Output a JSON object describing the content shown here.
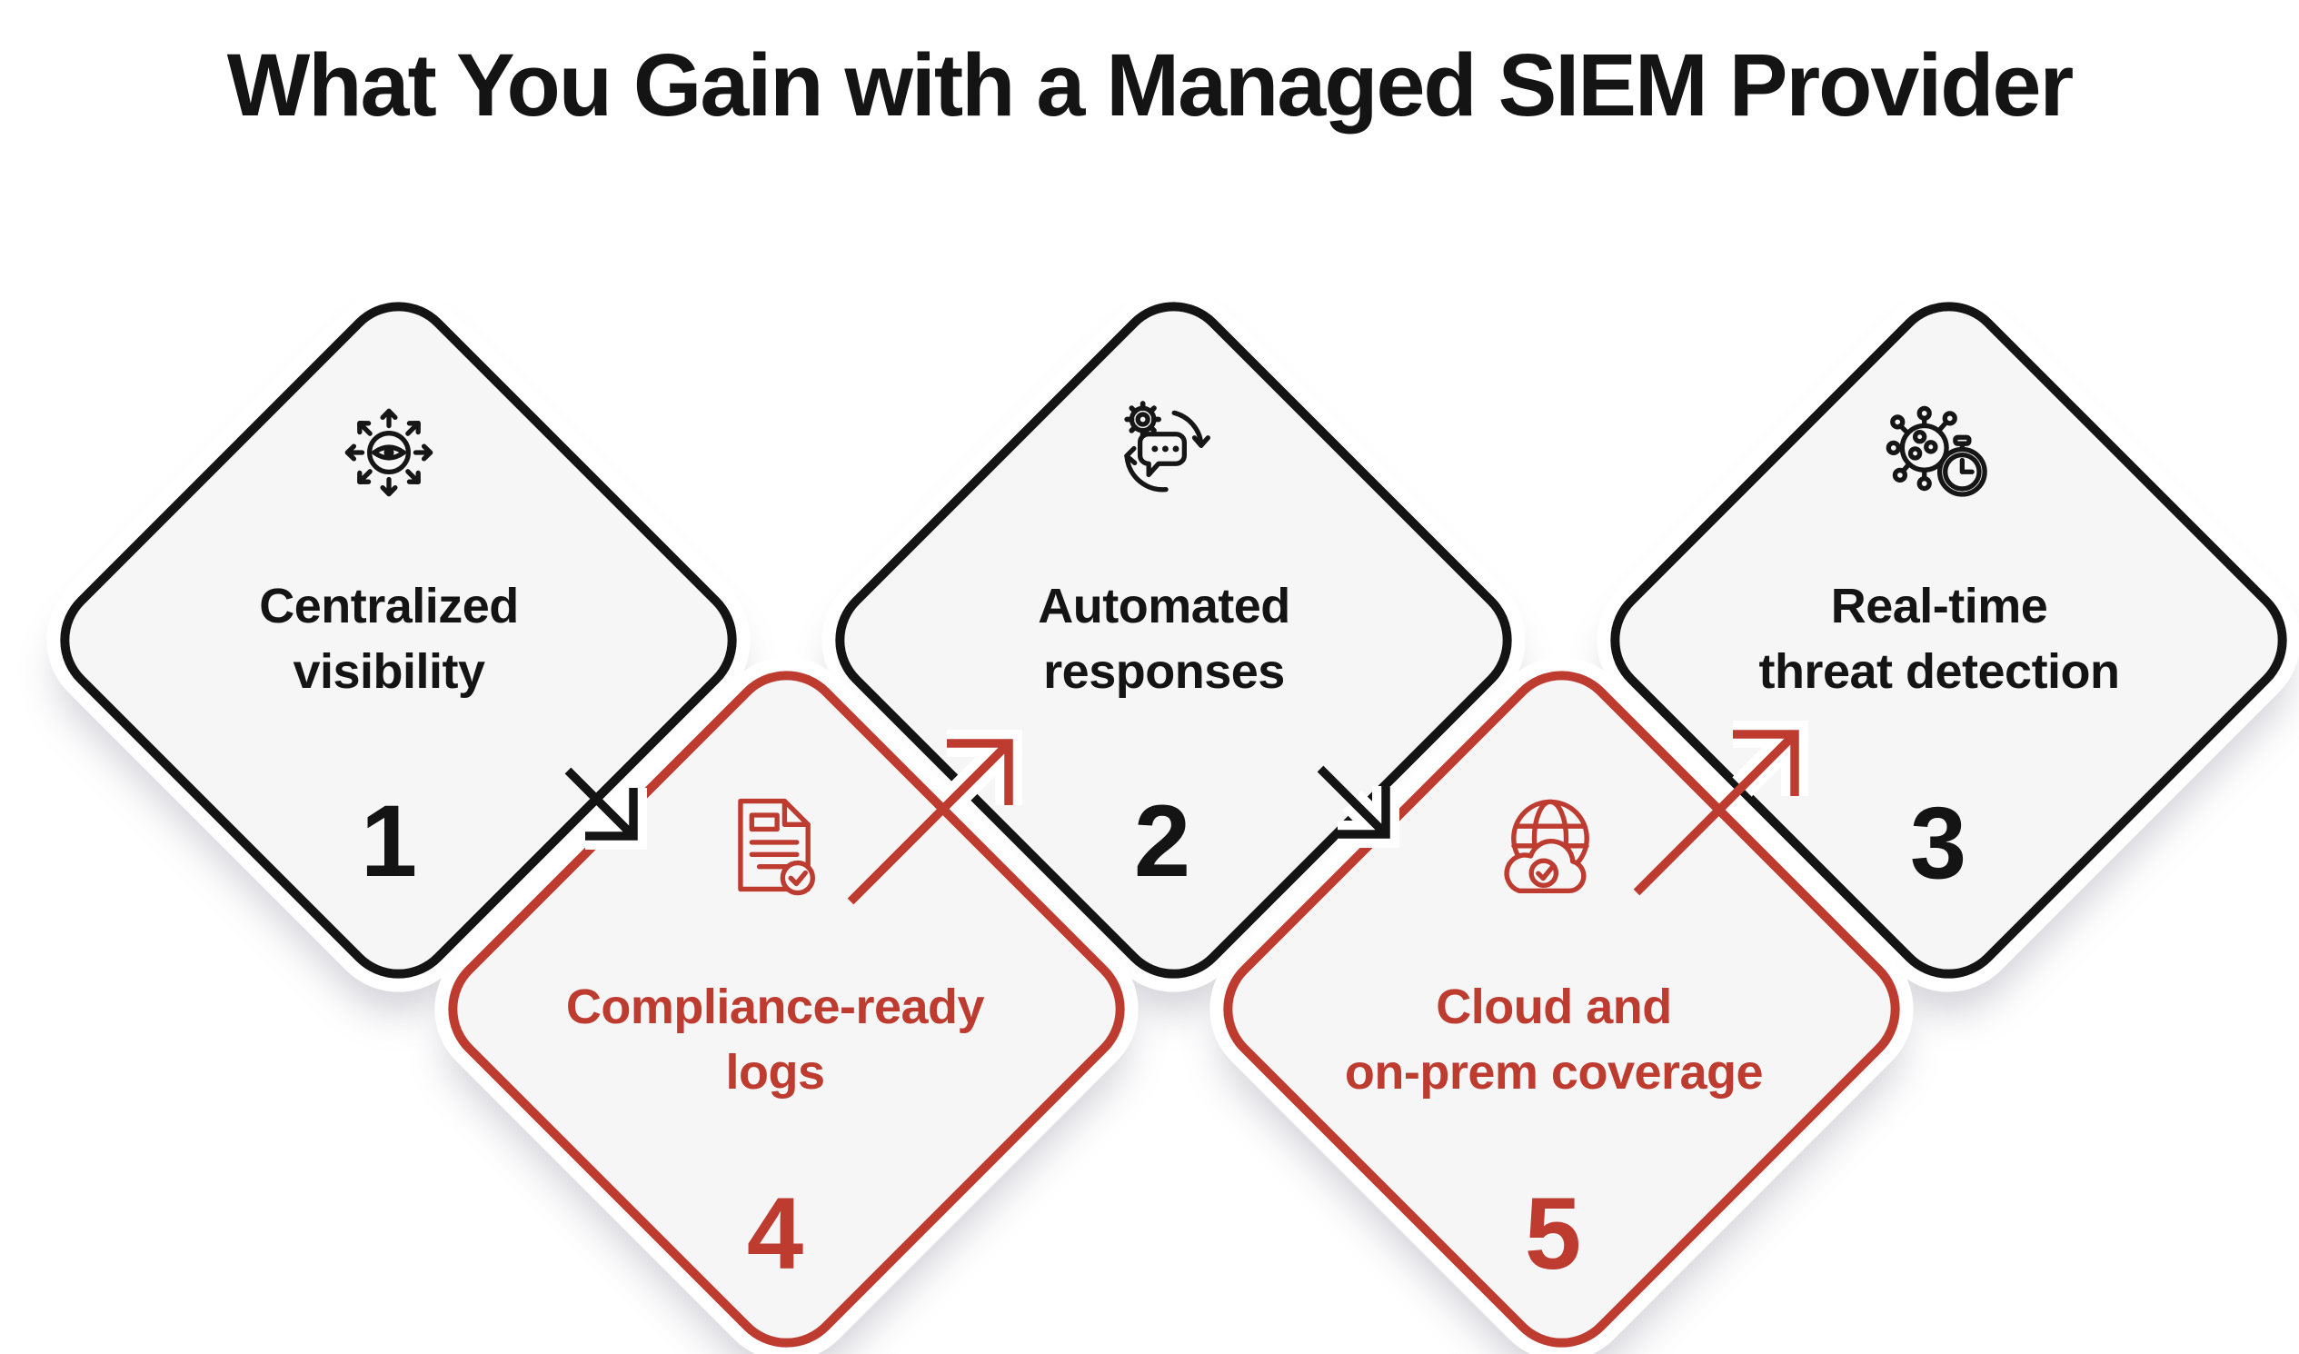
{
  "title": "What You Gain with a Managed SIEM Provider",
  "colors": {
    "black": "#141414",
    "red": "#BE3B30",
    "diamond_fill": "#F6F6F7",
    "background": "#FFFFFF"
  },
  "items": [
    {
      "number": "1",
      "lines": [
        "Centralized",
        "visibility"
      ],
      "icon": "centralized-visibility-eye-icon",
      "color": "black"
    },
    {
      "number": "2",
      "lines": [
        "Automated",
        "responses"
      ],
      "icon": "automated-responses-gear-chat-icon",
      "color": "black"
    },
    {
      "number": "3",
      "lines": [
        "Real-time",
        "threat detection"
      ],
      "icon": "realtime-threat-stopwatch-icon",
      "color": "black"
    },
    {
      "number": "4",
      "lines": [
        "Compliance-ready",
        "logs"
      ],
      "icon": "compliance-logs-document-check-icon",
      "color": "red"
    },
    {
      "number": "5",
      "lines": [
        "Cloud and",
        "on-prem coverage"
      ],
      "icon": "cloud-onprem-globe-check-icon",
      "color": "red"
    }
  ]
}
